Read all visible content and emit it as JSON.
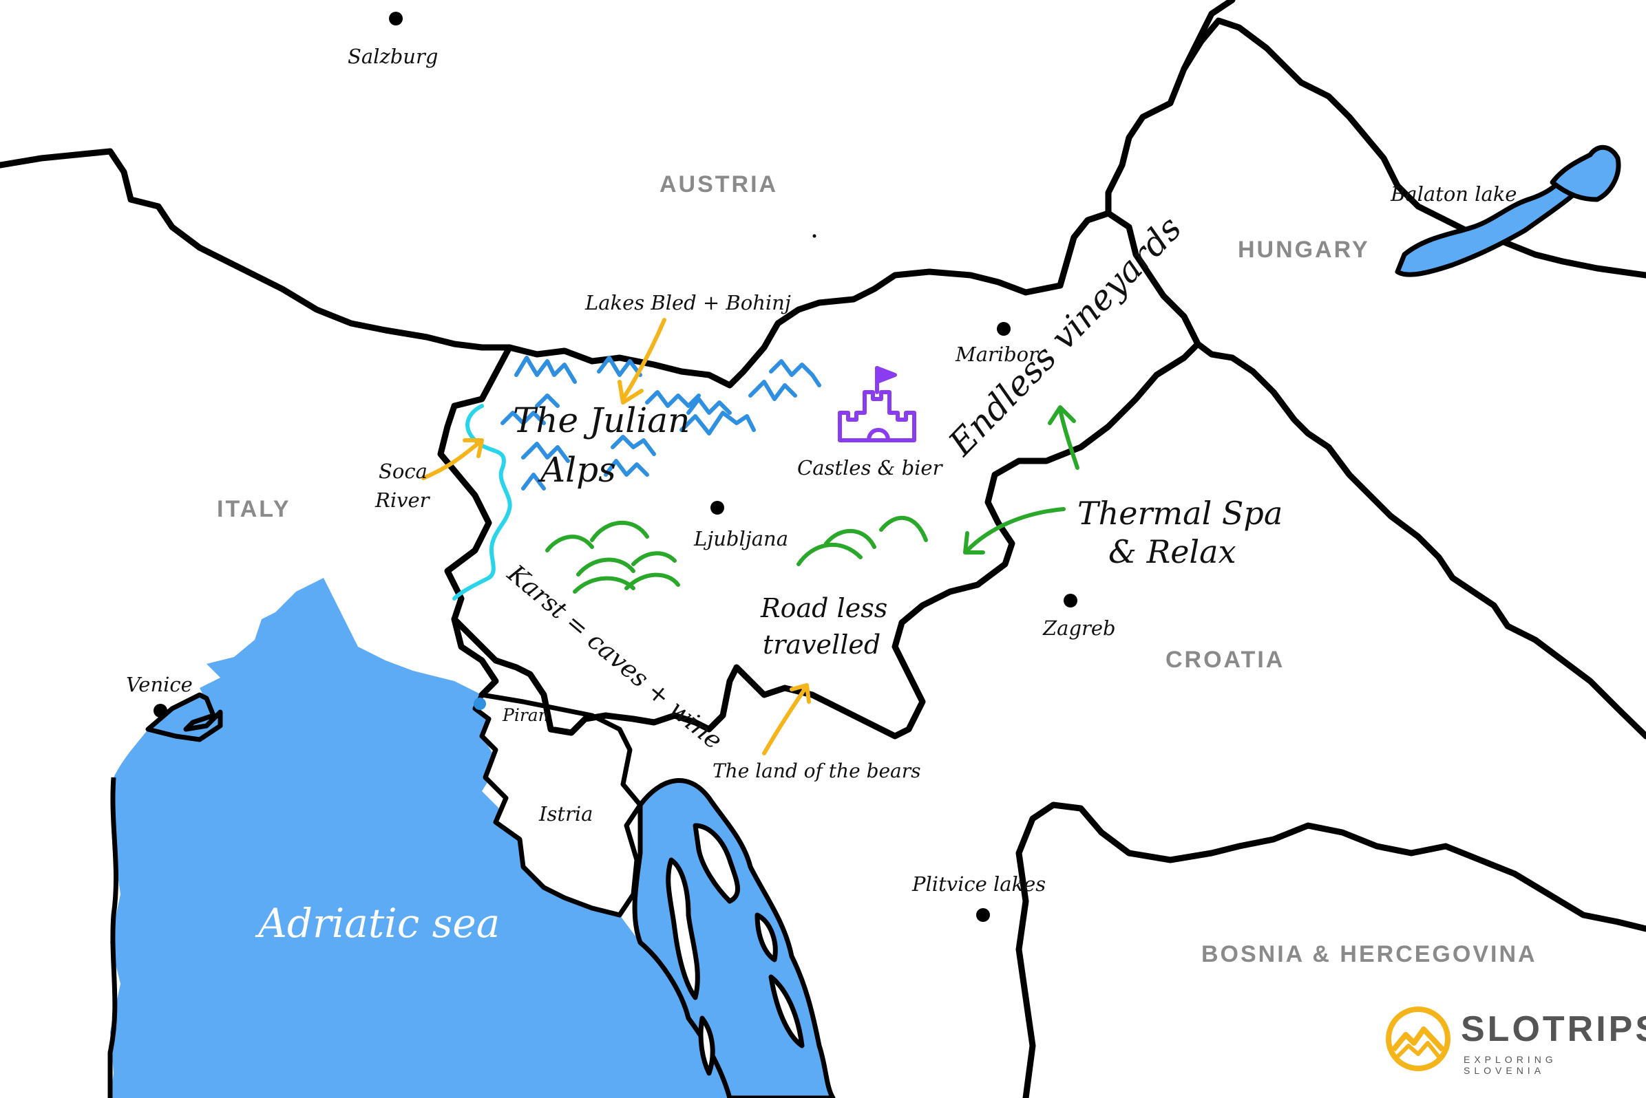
{
  "map": {
    "countries": {
      "austria": "AUSTRIA",
      "hungary": "HUNGARY",
      "italy": "ITALY",
      "croatia": "CROATIA",
      "bosnia": "BOSNIA & HERCEGOVINA"
    },
    "cities": {
      "salzburg": "Salzburg",
      "maribor": "Maribor",
      "ljubljana": "Ljubljana",
      "zagreb": "Zagreb",
      "venice": "Venice",
      "piran": "Piran",
      "istria": "Istria",
      "plitvice": "Plitvice lakes",
      "balaton": "Balaton lake"
    },
    "annotations": {
      "lakes": "Lakes Bled + Bohinj",
      "julian_line1": "The Julian",
      "julian_line2": "Alps",
      "soca_line1": "Soca",
      "soca_line2": "River",
      "castles": "Castles & bier",
      "vineyards": "Endless vineyards",
      "thermal_line1": "Thermal Spa",
      "thermal_line2": "& Relax",
      "karst": "Karst = caves + wine",
      "road_line1": "Road less",
      "road_line2": "travelled",
      "bears": "The land of the bears"
    },
    "sea": "Adriatic sea",
    "colors": {
      "sea": "#5eabf5",
      "alps": "#2f8fe0",
      "soca": "#2ad4ea",
      "hills": "#2aa82a",
      "arrows_orange": "#f5b41a",
      "arrows_green": "#2aa82a",
      "castle": "#8a3df0"
    }
  },
  "logo": {
    "brand": "SLOTRIPS",
    "tagline": "EXPLORING SLOVENIA",
    "icon": "mountain-circle-icon"
  }
}
